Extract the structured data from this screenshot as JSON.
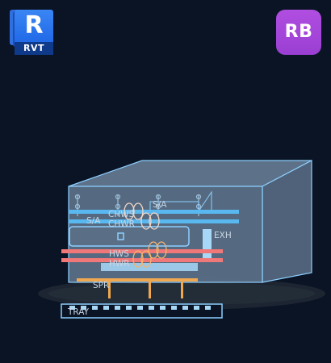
{
  "badges": {
    "left": {
      "letter": "R",
      "text": "RVT",
      "color": "#1f67e6"
    },
    "right": {
      "text": "RB",
      "color": "#a046da"
    }
  },
  "labels": {
    "sa_top": "S/A",
    "sa_side": "S/A",
    "chws": "CHWS",
    "chwr": "CHWR",
    "exh": "EXH",
    "hws": "HWS",
    "hwr": "HWR",
    "spr": "SPR",
    "tray": "TRAY"
  },
  "colors": {
    "background": "#0a1424",
    "box_fill": "#5a6f86",
    "box_edge": "#8ccfff",
    "chilled_water": "#5ab8f0",
    "hot_water": "#f07878",
    "sprinkler": "#f0a850",
    "exhaust": "#a8d8f8"
  }
}
